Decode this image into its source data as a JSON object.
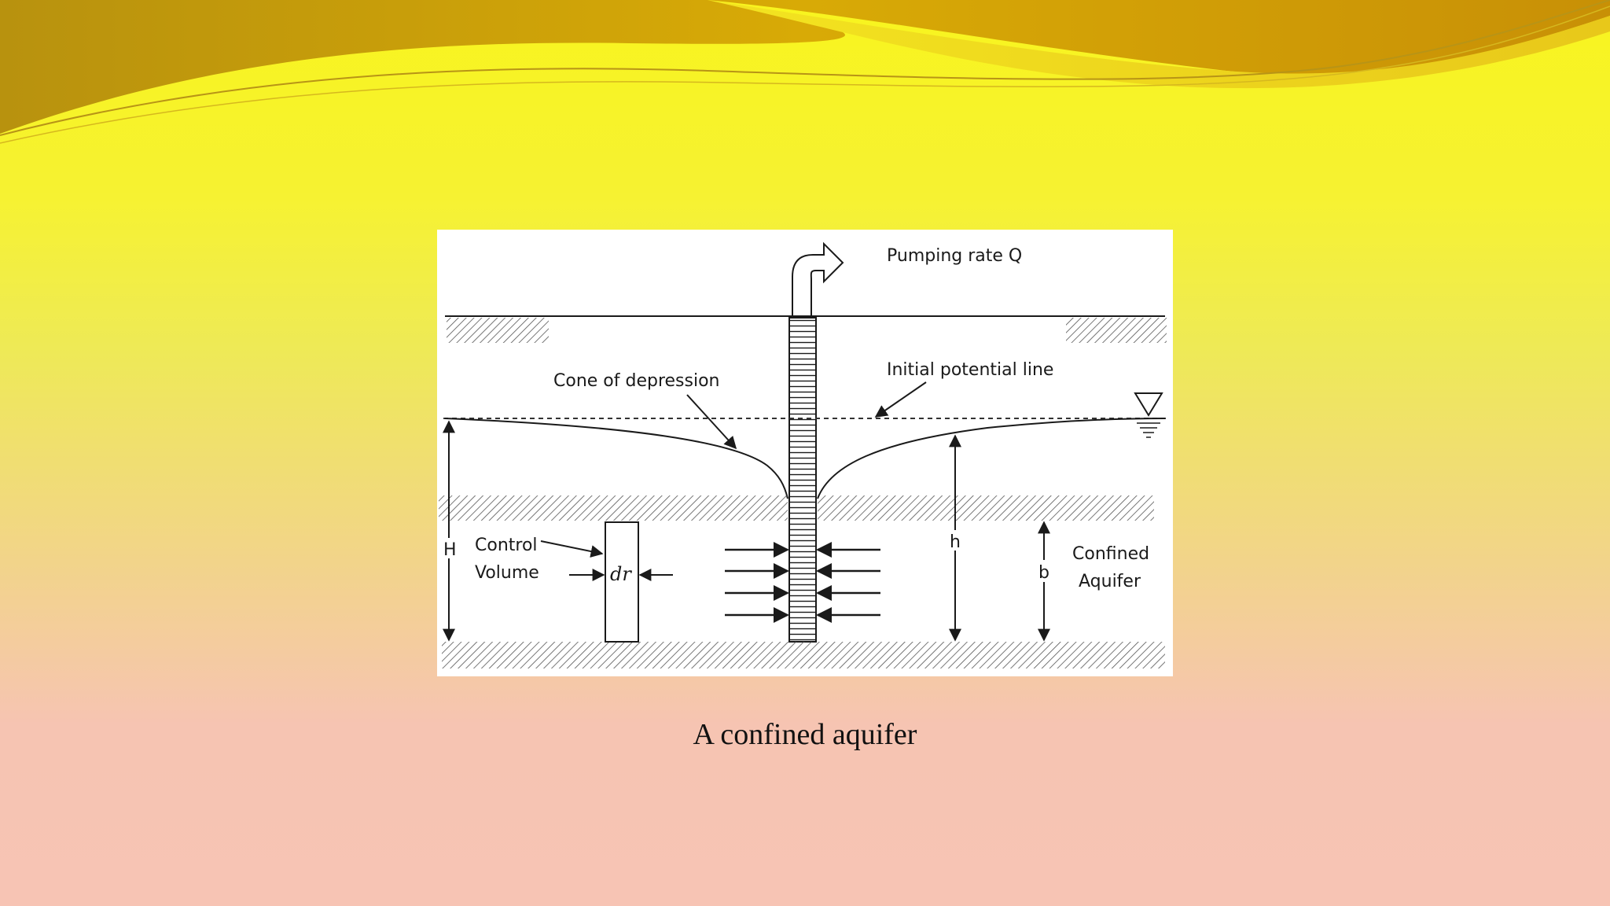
{
  "slide": {
    "caption": "A confined aquifer"
  },
  "diagram": {
    "labels": {
      "pumping_rate": "Pumping rate Q",
      "initial_potential_line": "Initial potential line",
      "cone_of_depression": "Cone of depression",
      "control": "Control",
      "volume": "Volume",
      "dr": "dr",
      "H": "H",
      "h": "h",
      "b": "b",
      "confined": "Confined",
      "aquifer": "Aquifer"
    },
    "colors": {
      "line": "#1a1a1a",
      "hatch": "#555555",
      "banner_dark": "#c89a08",
      "banner_light": "#f8f41e"
    }
  }
}
